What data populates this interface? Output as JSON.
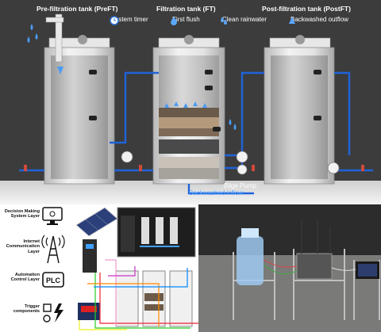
{
  "tanks": {
    "prefilter_title": "Pre-filtration tank (PreFT)",
    "filter_title": "Filtration tank (FT)",
    "postfilter_title": "Post-filtration tank (PostFT)"
  },
  "legend": {
    "system_timer": "System timer",
    "first_flush": "First flush",
    "clean_rainwater": "Clean rainwater",
    "backwashed_outflow": "Backwashed outflow"
  },
  "annotations": {
    "bilge_pump": "Bilge Pump",
    "backwashed_inflow": "Backwashed inflow"
  },
  "layers": {
    "decision": "Decision Making System Layer",
    "internet": "Internet Communication Layer",
    "automation": "Automation Control Layer",
    "trigger": "Trigger components"
  },
  "icons": [
    "clock-icon",
    "drop-icon",
    "water-drops-icon",
    "outflow-icon",
    "monitor-icon",
    "antenna-tower-icon",
    "plc-icon",
    "sensor-icon"
  ],
  "colors": {
    "background_dark": "#3c3c3c",
    "pipe_blue": "#1f63d9",
    "tank_body": "#d9d9d9",
    "legend_blue": "#5aa7ff"
  }
}
